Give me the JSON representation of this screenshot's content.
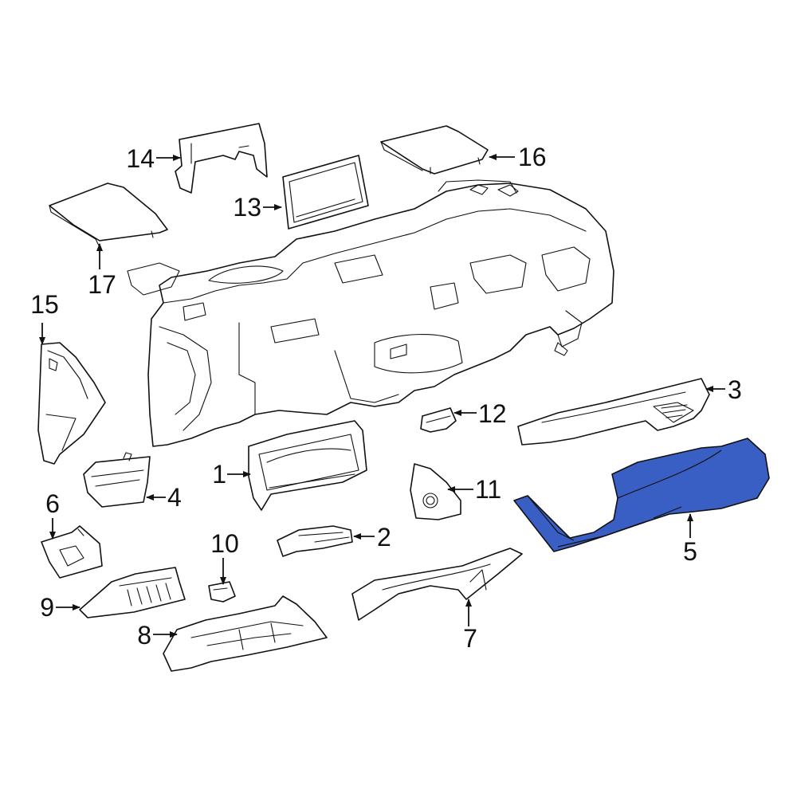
{
  "diagram": {
    "highlight_color": "#3a5fc4",
    "highlighted_part": "5",
    "callouts": [
      {
        "label": "1"
      },
      {
        "label": "2"
      },
      {
        "label": "3"
      },
      {
        "label": "4"
      },
      {
        "label": "5"
      },
      {
        "label": "6"
      },
      {
        "label": "7"
      },
      {
        "label": "8"
      },
      {
        "label": "9"
      },
      {
        "label": "10"
      },
      {
        "label": "11"
      },
      {
        "label": "12"
      },
      {
        "label": "13"
      },
      {
        "label": "14"
      },
      {
        "label": "15"
      },
      {
        "label": "16"
      },
      {
        "label": "17"
      }
    ]
  }
}
